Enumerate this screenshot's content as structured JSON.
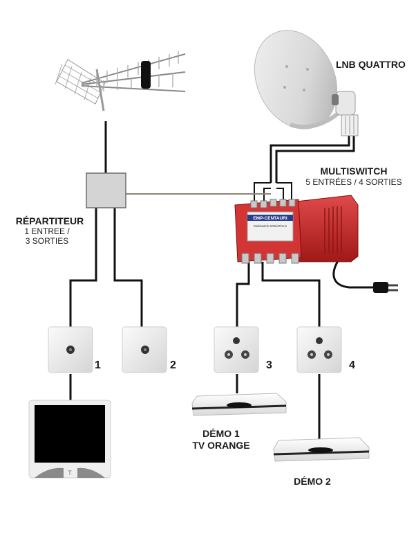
{
  "labels": {
    "lnb": "LNB QUATTRO",
    "multiswitch_title": "MULTISWITCH",
    "multiswitch_sub": "5 ENTRÉES / 4 SORTIES",
    "splitter_title": "RÉPARTITEUR",
    "splitter_line1": "1 ENTREE /",
    "splitter_line2": "3 SORTIES",
    "demo1_line1": "DÉMO 1",
    "demo1_line2": "TV ORANGE",
    "demo2": "DÉMO 2"
  },
  "device_text": {
    "brand": "EMP-CENTAURI",
    "model": "Multiswitch MS5/4PIU-6",
    "tv_logo": "T"
  },
  "outlets": [
    "1",
    "2",
    "3",
    "4"
  ],
  "colors": {
    "cable": "#111111",
    "splitter_link": "#8a8378",
    "multiswitch_body": "#c62525",
    "multiswitch_dark": "#8e1414",
    "dish": "#dcdcdc"
  }
}
